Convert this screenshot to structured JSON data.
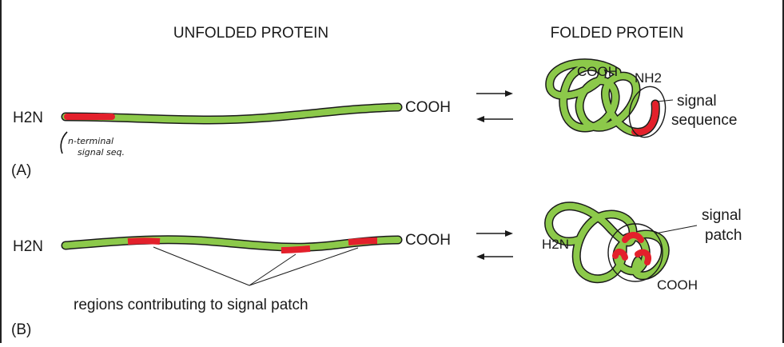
{
  "headers": {
    "unfolded": "UNFOLDED PROTEIN",
    "folded": "FOLDED PROTEIN"
  },
  "panel_a": {
    "label": "(A)",
    "n_term": "H2N",
    "c_term": "COOH",
    "handwritten_note_line1": "n-terminal",
    "handwritten_note_line2": "signal seq.",
    "folded_cooh": "COOH",
    "folded_nh2": "NH2",
    "callout_line1": "signal",
    "callout_line2": "sequence"
  },
  "panel_b": {
    "label": "(B)",
    "n_term": "H2N",
    "c_term": "COOH",
    "regions_label": "regions contributing to signal patch",
    "folded_h2n": "H2N",
    "folded_cooh": "COOH",
    "callout_line1": "signal",
    "callout_line2": "patch"
  },
  "colors": {
    "chain": "#8cc94a",
    "chain_outline": "#1a1a1a",
    "signal": "#e3202b"
  }
}
